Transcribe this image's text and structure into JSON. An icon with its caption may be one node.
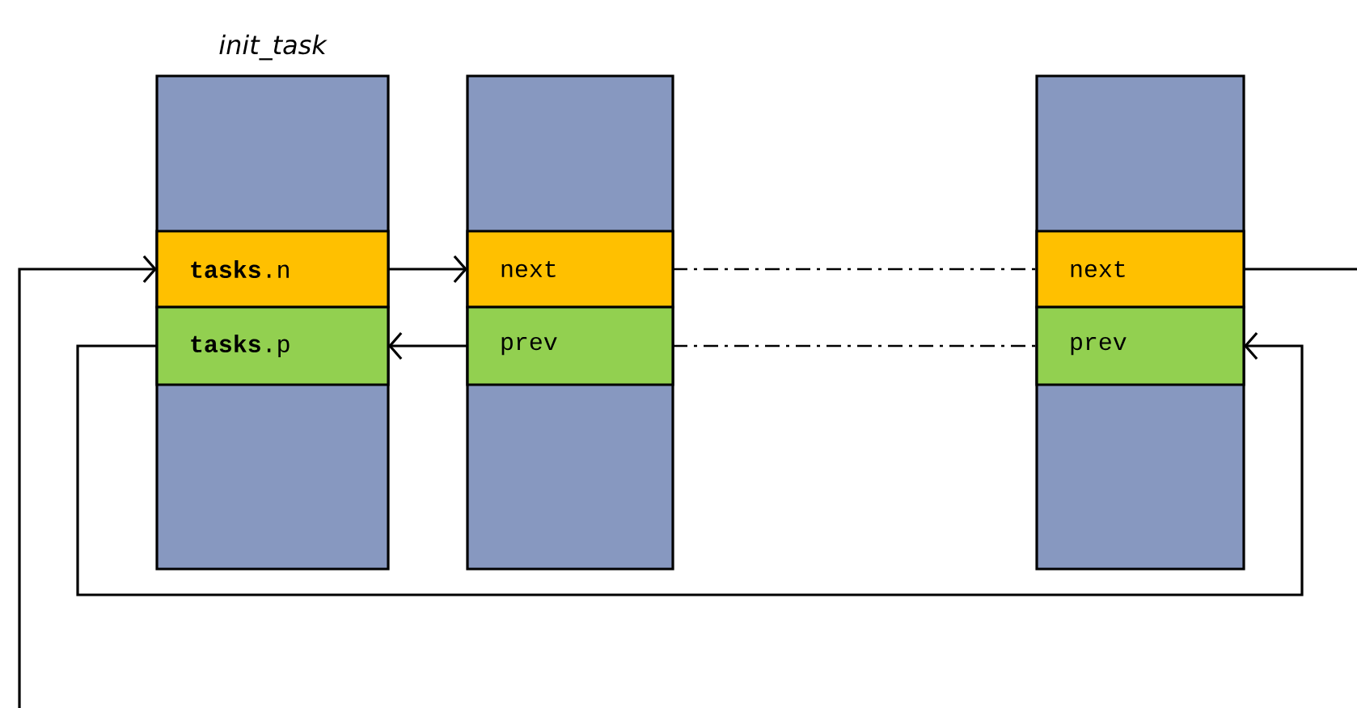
{
  "diagram": {
    "nodes": [
      {
        "text": [
          "init_task"
        ]
      },
      {
        "text": [
          "**tasks**.n"
        ],
        "in": 0
      },
      {
        "text": [
          "**tasks**.p"
        ],
        "in": 0
      },
      {
        "text": [],
        "shape": "box"
      },
      {
        "text": [
          "next"
        ],
        "in": 3
      },
      {
        "text": [
          "prev"
        ],
        "in": 3
      },
      {
        "text": [],
        "shape": "box"
      },
      {
        "text": [
          "next"
        ],
        "in": 6
      },
      {
        "text": [
          "prev"
        ],
        "in": 6
      }
    ],
    "edges": [
      {
        "from": 1,
        "to": 4,
        "arrow": "to"
      },
      {
        "from": 5,
        "to": 2,
        "arrow": "to"
      },
      {
        "from": 4,
        "to": 7,
        "arrow": "none",
        "style": "dashed"
      },
      {
        "from": 5,
        "to": 8,
        "arrow": "none",
        "style": "dashed"
      },
      {
        "from": 7,
        "to": null,
        "arrow": "none"
      },
      {
        "from": null,
        "to": 1,
        "arrow": "to"
      },
      {
        "from": 2,
        "to": 8,
        "arrow": "to"
      }
    ]
  }
}
